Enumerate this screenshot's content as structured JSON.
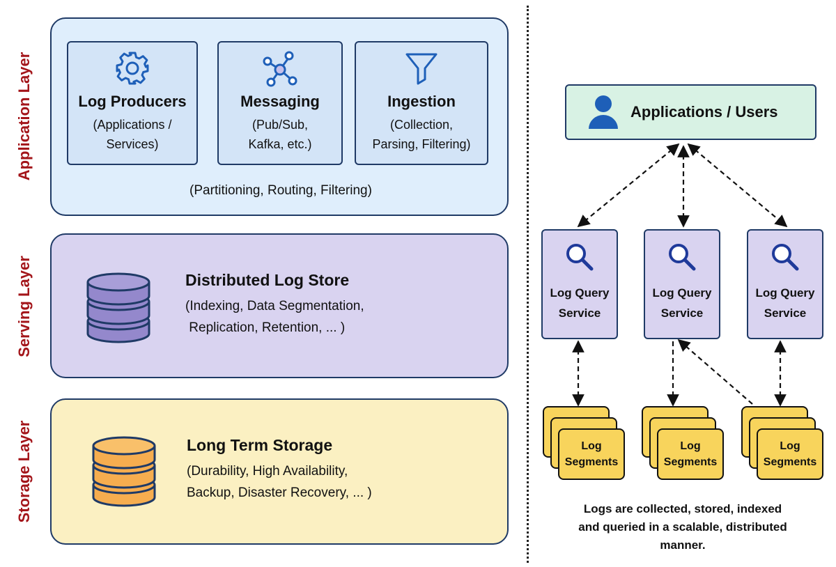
{
  "layers": {
    "application": "Application Layer",
    "serving": "Serving Layer",
    "storage": "Storage Layer"
  },
  "application": {
    "cards": [
      {
        "title": "Log Producers",
        "line1": "(Applications /",
        "line2": "Services)",
        "icon": "gear-icon"
      },
      {
        "title": "Messaging",
        "line1": "(Pub/Sub,",
        "line2": "Kafka, etc.)",
        "icon": "network-nodes-icon"
      },
      {
        "title": "Ingestion",
        "line1": "(Collection,",
        "line2": "Parsing, Filtering)",
        "icon": "filter-funnel-icon"
      }
    ],
    "footer": "(Partitioning, Routing, Filtering)"
  },
  "serving": {
    "title": "Distributed Log Store",
    "line1": "(Indexing, Data Segmentation,",
    "line2": "Replication, Retention, ... )",
    "icon": "database-icon"
  },
  "storage": {
    "title": "Long Term Storage",
    "line1": "(Durability, High Availability,",
    "line2": "Backup, Disaster Recovery, ... )",
    "icon": "database-icon"
  },
  "right": {
    "users": {
      "label": "Applications / Users",
      "icon": "user-icon"
    },
    "query_services": [
      {
        "line1": "Log Query",
        "line2": "Service"
      },
      {
        "line1": "Log Query",
        "line2": "Service"
      },
      {
        "line1": "Log Query",
        "line2": "Service"
      }
    ],
    "segments": [
      {
        "line1": "Log",
        "line2": "Segments"
      },
      {
        "line1": "Log",
        "line2": "Segments"
      },
      {
        "line1": "Log",
        "line2": "Segments"
      }
    ],
    "caption": {
      "line1": "Logs are collected, stored, indexed",
      "line2": "and queried in a scalable, distributed",
      "line3": "manner."
    }
  },
  "colors": {
    "layer_label": "#a3151a",
    "application_bg": "#dfeefc",
    "serving_bg": "#d9d3f0",
    "storage_bg": "#fbf0c2",
    "users_bg": "#d8f2e4",
    "segment": "#f8d45c",
    "icon_blue": "#1e5fb8",
    "db_purple": "#9488cc",
    "db_orange": "#f6ad4f"
  }
}
